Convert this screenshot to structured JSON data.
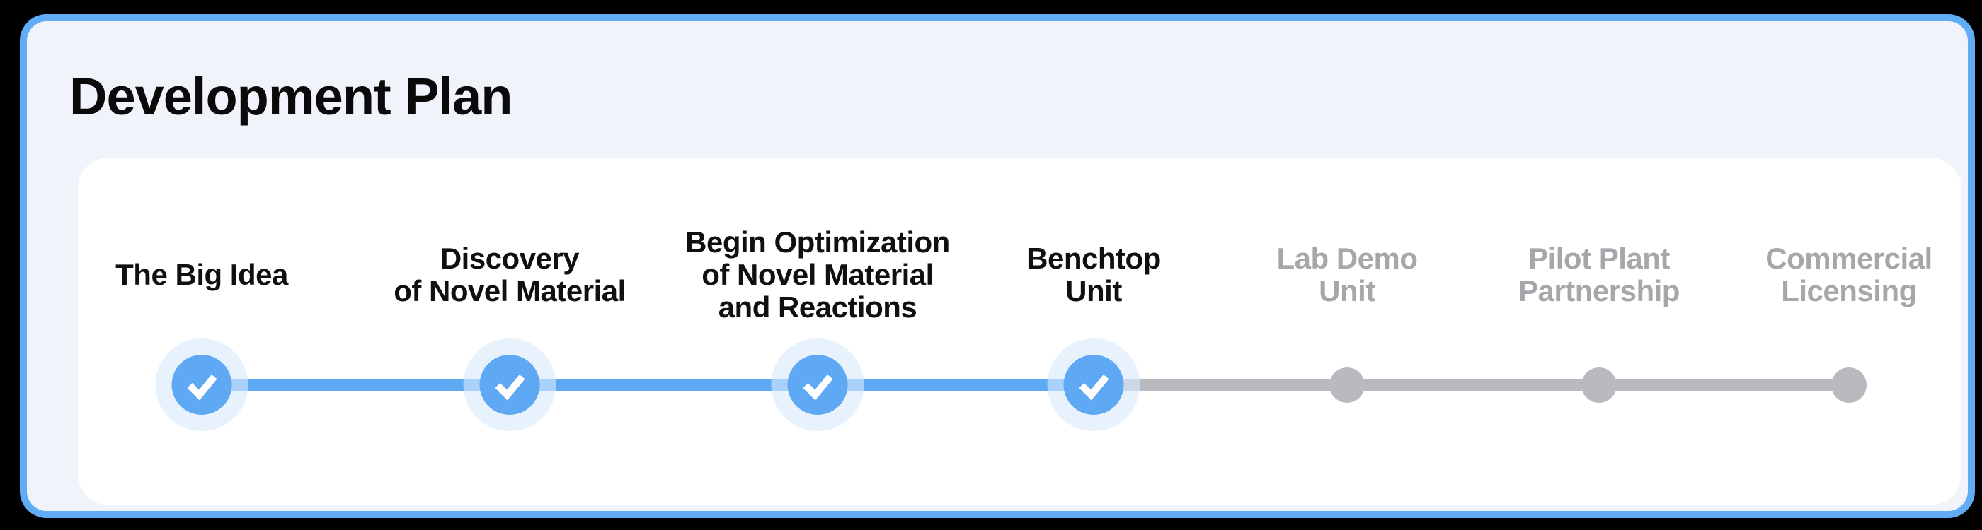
{
  "title": "Development Plan",
  "colors": {
    "page_bg": "#000000",
    "border_blue": "#60adf6",
    "outer_card_bg": "#f0f3f9",
    "panel_bg": "#ffffff",
    "accent_blue": "#5fa8f3",
    "pending_gray": "#b9babf",
    "pending_text": "#a7a7ab",
    "title_color": "#0a0a0b",
    "label_color": "#101012"
  },
  "timeline": {
    "progress_note": "4 of 7 milestones complete",
    "milestones": [
      {
        "label": "The Big Idea",
        "status": "complete"
      },
      {
        "label": "Discovery\nof Novel Material",
        "status": "complete"
      },
      {
        "label": "Begin Optimization\nof Novel Material\nand Reactions",
        "status": "complete"
      },
      {
        "label": "Benchtop\nUnit",
        "status": "complete"
      },
      {
        "label": "Lab Demo\nUnit",
        "status": "upcoming"
      },
      {
        "label": "Pilot Plant\nPartnership",
        "status": "upcoming"
      },
      {
        "label": "Commercial\nLicensing",
        "status": "upcoming"
      }
    ]
  }
}
